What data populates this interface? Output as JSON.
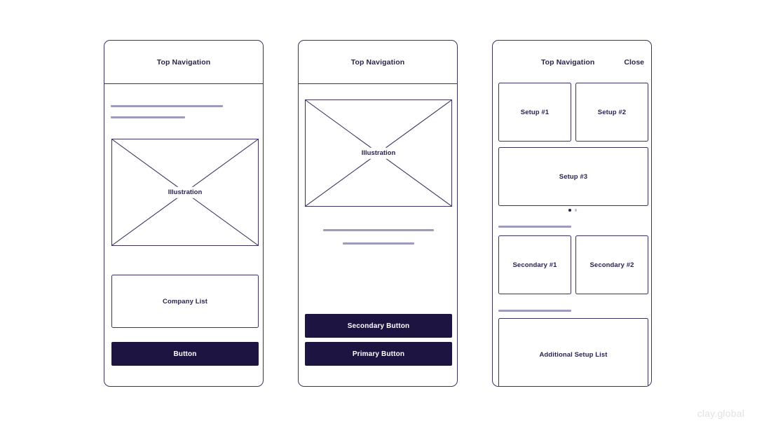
{
  "canvas": {
    "background": "#ffffff",
    "ink": "#2b2250",
    "stroke": "#3b3260",
    "fill": "#1d1442",
    "muted_line": "#9e9cbb",
    "dot_active": "#2b2250",
    "dot_inactive": "#bfbdd2",
    "watermark": "clay.global"
  },
  "screens": [
    {
      "id": "screen-1",
      "topnav": {
        "title": "Top Navigation",
        "has_divider": true
      },
      "skeleton_lines": [
        {
          "name": "headline-line",
          "width": 160
        },
        {
          "name": "subhead-line",
          "width": 106
        }
      ],
      "illustration": {
        "label": "Illustration"
      },
      "cards": [
        {
          "name": "company-list-card",
          "label": "Company List"
        }
      ],
      "buttons": [
        {
          "name": "primary-button",
          "label": "Button"
        }
      ]
    },
    {
      "id": "screen-2",
      "topnav": {
        "title": "Top Navigation",
        "has_divider": true
      },
      "illustration": {
        "label": "Illustration"
      },
      "skeleton_lines": [
        {
          "name": "headline-line",
          "width": 158
        },
        {
          "name": "subhead-line",
          "width": 102
        }
      ],
      "buttons": [
        {
          "name": "secondary-button",
          "label": "Secondary Button"
        },
        {
          "name": "primary-button",
          "label": "Primary Button"
        }
      ]
    },
    {
      "id": "screen-3",
      "topnav": {
        "title": "Top Navigation",
        "close": "Close",
        "has_divider": false
      },
      "setup_cards": [
        {
          "name": "setup-card-1",
          "label": "Setup #1"
        },
        {
          "name": "setup-card-2",
          "label": "Setup #2"
        },
        {
          "name": "setup-card-3",
          "label": "Setup #3"
        }
      ],
      "pagination": {
        "total": 2,
        "active_index": 0
      },
      "secondary_cards": [
        {
          "name": "secondary-card-1",
          "label": "Secondary #1"
        },
        {
          "name": "secondary-card-2",
          "label": "Secondary #2"
        }
      ],
      "skeleton_lines": [
        {
          "name": "section-divider-1",
          "width": 104
        },
        {
          "name": "section-divider-2",
          "width": 104
        }
      ],
      "list_card": {
        "name": "additional-setup-list-card",
        "label": "Additional Setup List"
      }
    }
  ]
}
